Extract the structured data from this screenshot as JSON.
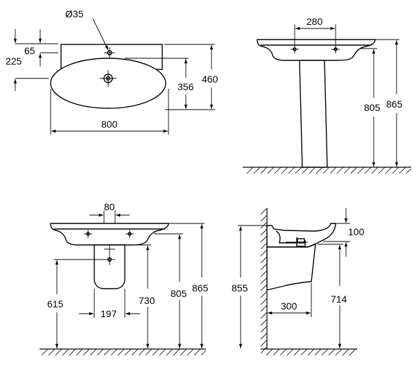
{
  "top_view": {
    "hole_diameter": "Ø35",
    "depth_65": "65",
    "depth_225": "225",
    "bowl_depth_356": "356",
    "total_depth_460": "460",
    "width_800": "800"
  },
  "front_pedestal_view": {
    "pedestal_width_280": "280",
    "rim_height_805": "805",
    "top_height_865": "865"
  },
  "front_semipedestal_view": {
    "pedestal_width_80": "80",
    "height_615": "615",
    "width_197": "197",
    "height_730": "730",
    "rim_height_805": "805",
    "top_height_865": "865"
  },
  "side_view": {
    "height_855": "855",
    "depth_100": "100",
    "projection_300": "300",
    "height_714": "714"
  }
}
